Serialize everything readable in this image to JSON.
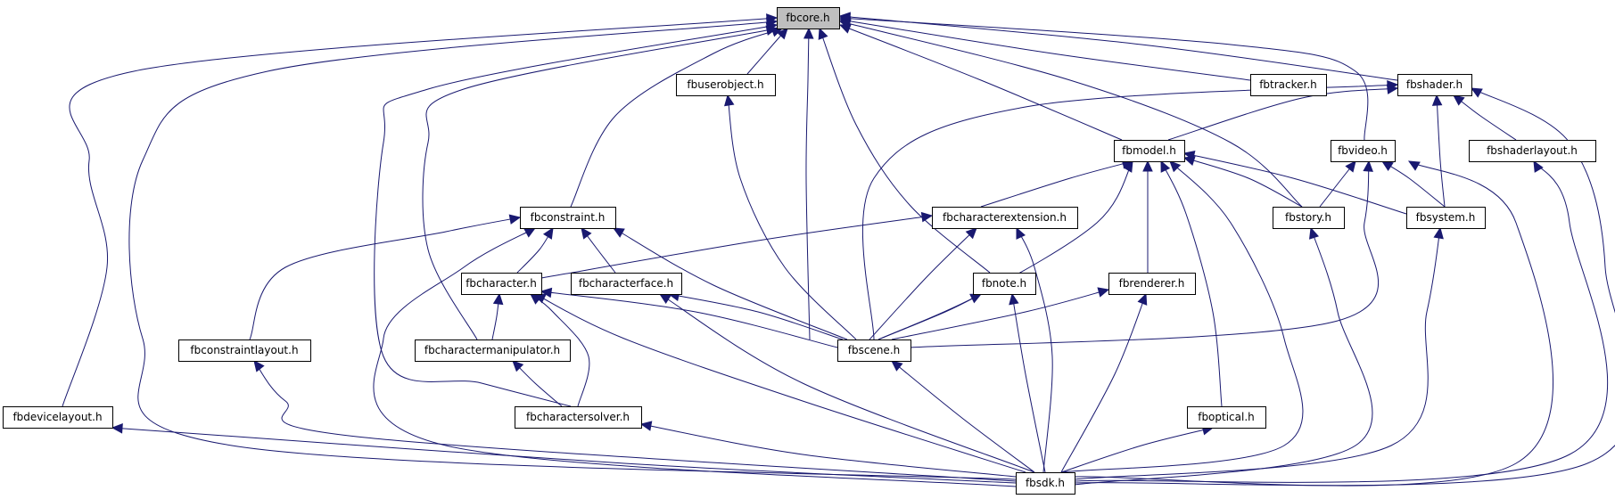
{
  "diagram": {
    "type": "include-dependency-graph",
    "colors": {
      "edge": "#191970",
      "node_border": "#000000",
      "node_fill": "#ffffff",
      "focus_fill": "#bfbfbf"
    },
    "nodes": [
      {
        "id": "fbcore",
        "label": "fbcore.h",
        "focus": true
      },
      {
        "id": "fbuserobject",
        "label": "fbuserobject.h"
      },
      {
        "id": "fbtracker",
        "label": "fbtracker.h"
      },
      {
        "id": "fbshader",
        "label": "fbshader.h"
      },
      {
        "id": "fbmodel",
        "label": "fbmodel.h"
      },
      {
        "id": "fbvideo",
        "label": "fbvideo.h"
      },
      {
        "id": "fbshaderlayout",
        "label": "fbshaderlayout.h"
      },
      {
        "id": "fbconstraint",
        "label": "fbconstraint.h"
      },
      {
        "id": "fbcharacterextension",
        "label": "fbcharacterextension.h"
      },
      {
        "id": "fbstory",
        "label": "fbstory.h"
      },
      {
        "id": "fbsystem",
        "label": "fbsystem.h"
      },
      {
        "id": "fbcharacter",
        "label": "fbcharacter.h"
      },
      {
        "id": "fbcharacterface",
        "label": "fbcharacterface.h"
      },
      {
        "id": "fbnote",
        "label": "fbnote.h"
      },
      {
        "id": "fbrenderer",
        "label": "fbrenderer.h"
      },
      {
        "id": "fbconstraintlayout",
        "label": "fbconstraintlayout.h"
      },
      {
        "id": "fbcharactermanipulator",
        "label": "fbcharactermanipulator.h"
      },
      {
        "id": "fbscene",
        "label": "fbscene.h"
      },
      {
        "id": "fbdevicelayout",
        "label": "fbdevicelayout.h"
      },
      {
        "id": "fbcharactersolver",
        "label": "fbcharactersolver.h"
      },
      {
        "id": "fboptical",
        "label": "fboptical.h"
      },
      {
        "id": "fbsdk",
        "label": "fbsdk.h"
      }
    ],
    "edges": [
      {
        "from": "fbuserobject",
        "to": "fbcore"
      },
      {
        "from": "fbtracker",
        "to": "fbcore"
      },
      {
        "from": "fbshader",
        "to": "fbcore"
      },
      {
        "from": "fbmodel",
        "to": "fbcore"
      },
      {
        "from": "fbvideo",
        "to": "fbcore"
      },
      {
        "from": "fbconstraint",
        "to": "fbcore"
      },
      {
        "from": "fbstory",
        "to": "fbcore"
      },
      {
        "from": "fbnote",
        "to": "fbcore"
      },
      {
        "from": "fbscene",
        "to": "fbcore"
      },
      {
        "from": "fbcharactermanipulator",
        "to": "fbcore"
      },
      {
        "from": "fbcharactersolver",
        "to": "fbcore"
      },
      {
        "from": "fbdevicelayout",
        "to": "fbcore"
      },
      {
        "from": "fbsdk",
        "to": "fbcore"
      },
      {
        "from": "fbmodel",
        "to": "fbshader"
      },
      {
        "from": "fbscene",
        "to": "fbshader"
      },
      {
        "from": "fbshaderlayout",
        "to": "fbshader"
      },
      {
        "from": "fbsystem",
        "to": "fbshader"
      },
      {
        "from": "fbsdk",
        "to": "fbshader"
      },
      {
        "from": "fbscene",
        "to": "fbuserobject"
      },
      {
        "from": "fbcharacterextension",
        "to": "fbmodel"
      },
      {
        "from": "fbstory",
        "to": "fbmodel"
      },
      {
        "from": "fbsystem",
        "to": "fbmodel"
      },
      {
        "from": "fbscene",
        "to": "fbmodel"
      },
      {
        "from": "fbrenderer",
        "to": "fbmodel"
      },
      {
        "from": "fboptical",
        "to": "fbmodel"
      },
      {
        "from": "fbsdk",
        "to": "fbmodel"
      },
      {
        "from": "fbstory",
        "to": "fbvideo"
      },
      {
        "from": "fbsystem",
        "to": "fbvideo"
      },
      {
        "from": "fbscene",
        "to": "fbvideo"
      },
      {
        "from": "fbsdk",
        "to": "fbvideo"
      },
      {
        "from": "fbsdk",
        "to": "fbshaderlayout"
      },
      {
        "from": "fbcharacter",
        "to": "fbconstraint"
      },
      {
        "from": "fbcharacterface",
        "to": "fbconstraint"
      },
      {
        "from": "fbscene",
        "to": "fbconstraint"
      },
      {
        "from": "fbconstraintlayout",
        "to": "fbconstraint"
      },
      {
        "from": "fbsdk",
        "to": "fbconstraint"
      },
      {
        "from": "fbcharacter",
        "to": "fbcharacterextension"
      },
      {
        "from": "fbscene",
        "to": "fbcharacterextension"
      },
      {
        "from": "fbsdk",
        "to": "fbcharacterextension"
      },
      {
        "from": "fbsdk",
        "to": "fbstory"
      },
      {
        "from": "fbsdk",
        "to": "fbsystem"
      },
      {
        "from": "fbcharactermanipulator",
        "to": "fbcharacter"
      },
      {
        "from": "fbcharactersolver",
        "to": "fbcharacter"
      },
      {
        "from": "fbscene",
        "to": "fbcharacter"
      },
      {
        "from": "fbsdk",
        "to": "fbcharacter"
      },
      {
        "from": "fbscene",
        "to": "fbcharacterface"
      },
      {
        "from": "fbsdk",
        "to": "fbcharacterface"
      },
      {
        "from": "fbscene",
        "to": "fbnote"
      },
      {
        "from": "fbsdk",
        "to": "fbnote"
      },
      {
        "from": "fbscene",
        "to": "fbrenderer"
      },
      {
        "from": "fbsdk",
        "to": "fbrenderer"
      },
      {
        "from": "fbsdk",
        "to": "fbconstraintlayout"
      },
      {
        "from": "fbcharactersolver",
        "to": "fbcharactermanipulator"
      },
      {
        "from": "fbsdk",
        "to": "fbscene"
      },
      {
        "from": "fbsdk",
        "to": "fbdevicelayout"
      },
      {
        "from": "fbsdk",
        "to": "fbcharactersolver"
      },
      {
        "from": "fbsdk",
        "to": "fboptical"
      }
    ]
  }
}
